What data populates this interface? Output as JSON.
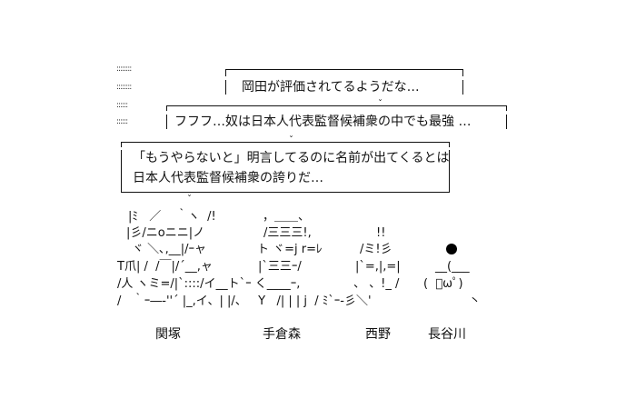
{
  "bubble1": {
    "text": "岡田が評価されてるようだな…"
  },
  "bubble2": {
    "text": "フフフ…奴は日本人代表監督候補衆の中でも最強 …"
  },
  "bubble3": {
    "line1": "「もうやらないと」明言してるのに名前が出てくるとは",
    "line2": "日本人代表監督候補衆の誇りだ…"
  },
  "aa": {
    "r1": "|ﾐ   ／    ｀ヽ  /!",
    "r1b": "，＿＿、",
    "r2": "|彡/ニoニニ|ノ",
    "r2b": "/三三三!,",
    "r2c": "!!",
    "r3": "ヾ ＼､,__|/ｰャ",
    "r3b": "ト ヾ=j r=ﾚ",
    "r3c": "/ミ!彡",
    "r4": "T爪| /  /￣|/´__,ャ",
    "r4b": "|`三三ｰ/",
    "r4c": "|`=,|,=|",
    "r4d": "__(___",
    "r5": "/人 ヽミ=/|`::::/イ__ト`ｰ く____ｰ,",
    "r5b": "、 、!_ /",
    "r5c": "(  ﾟωﾟ)",
    "r6": "/   ｀ｰ―‐''´ |_,イ、| |/、   Y   /| | | j  / ﾐ`ｰ‐彡＼'",
    "r6b": "丶"
  },
  "names": [
    "関塚",
    "手倉森",
    "西野",
    "長谷川"
  ],
  "side_dots": [
    "::::::::",
    "::::::::",
    "::::::",
    "::::::",
    "::::::"
  ]
}
